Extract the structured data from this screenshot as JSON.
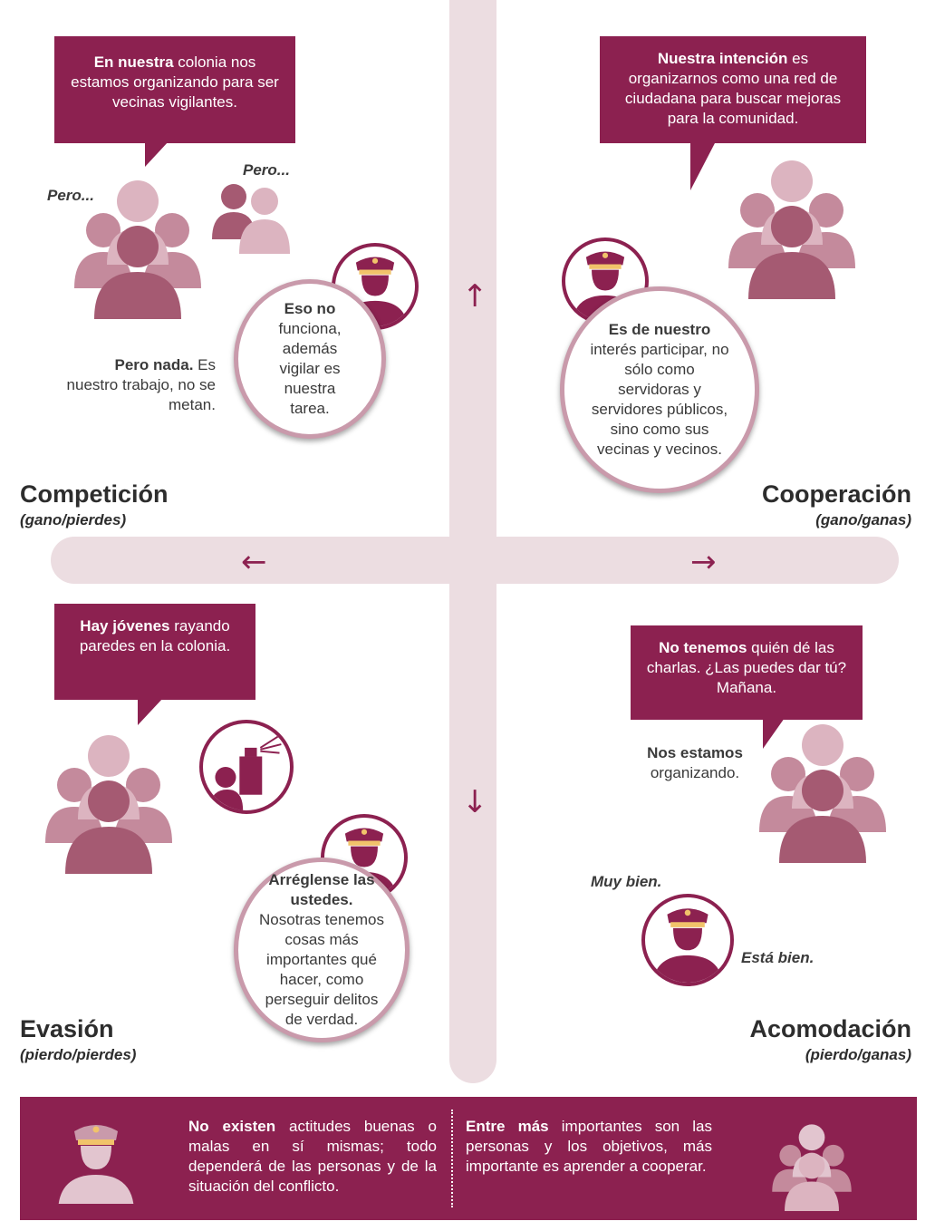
{
  "quadrants": {
    "top_left": {
      "title": "Competición",
      "subtitle": "(gano/pierdes)",
      "bubble_bold": "En nuestra",
      "bubble_text": " colonia nos estamos organizando para ser vecinas vigilantes.",
      "pero_1": "Pero...",
      "pero_2": "Pero...",
      "pero_nada_bold": "Pero nada.",
      "pero_nada_text": " Es nuestro trabajo, no se metan.",
      "circle_bold": "Eso no",
      "circle_text": " funciona, además vigilar es nuestra tarea."
    },
    "top_right": {
      "title": "Cooperación",
      "subtitle": "(gano/ganas)",
      "bubble_bold": "Nuestra intención",
      "bubble_text": " es organizarnos como una red de ciudadana para buscar mejoras para la comunidad.",
      "circle_bold": "Es de nuestro",
      "circle_text": " interés participar, no sólo como servidoras y servidores públicos, sino como sus vecinas y vecinos."
    },
    "bottom_left": {
      "title": "Evasión",
      "subtitle": "(pierdo/pierdes)",
      "bubble_bold": "Hay jóvenes",
      "bubble_text": " rayando paredes en la colonia.",
      "circle_bold": "Arréglense las ustedes.",
      "circle_text": " Nosotras tenemos cosas más importantes qué hacer, como perseguir delitos de verdad."
    },
    "bottom_right": {
      "title": "Acomodación",
      "subtitle": "(pierdo/ganas)",
      "bubble_bold": "No tenemos",
      "bubble_text": " quién dé las charlas. ¿Las puedes dar tú? Mañana.",
      "nos_bold": "Nos estamos",
      "nos_text": "organizando.",
      "muy_bien": "Muy bien.",
      "esta_bien": "Está bien."
    }
  },
  "arrows": {
    "up": "↑",
    "down": "↓",
    "left": "←",
    "right": "→"
  },
  "footer": {
    "left_bold": "No existen",
    "left_text": " actitudes buenas o malas en sí mismas; todo dependerá de las personas y de la situación del conflicto.",
    "right_bold": "Entre más",
    "right_text": " importantes son las personas y los objetivos, más importante es aprender a cooperar."
  },
  "colors": {
    "primary": "#8c2150",
    "axis": "#ecdde1",
    "rose": "#b06d82",
    "pale": "#dcb4c0"
  },
  "icons": [
    "group-icon",
    "pair-icon",
    "officer-icon",
    "spray-can-icon"
  ]
}
